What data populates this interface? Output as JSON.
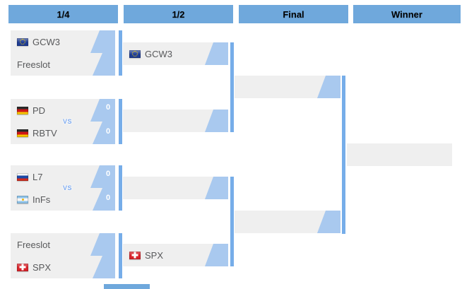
{
  "headers": {
    "quarterfinals": "1/4",
    "semifinals": "1/2",
    "final": "Final",
    "winner": "Winner"
  },
  "vs_label": "VS",
  "quarterfinals": [
    {
      "p1": {
        "name": "GCW3",
        "flag": "eu"
      },
      "p2": {
        "name": "Freeslot",
        "flag": "none"
      },
      "score1": "",
      "score2": "",
      "vs": ""
    },
    {
      "p1": {
        "name": "PD",
        "flag": "de"
      },
      "p2": {
        "name": "RBTV",
        "flag": "de"
      },
      "score1": "0",
      "score2": "0",
      "vs": "VS"
    },
    {
      "p1": {
        "name": "L7",
        "flag": "ru"
      },
      "p2": {
        "name": "InFs",
        "flag": "ar"
      },
      "score1": "0",
      "score2": "0",
      "vs": "VS"
    },
    {
      "p1": {
        "name": "Freeslot",
        "flag": "none"
      },
      "p2": {
        "name": "SPX",
        "flag": "ch"
      },
      "score1": "",
      "score2": "",
      "vs": ""
    }
  ],
  "semifinals": [
    {
      "name": "GCW3",
      "flag": "eu"
    },
    {
      "name": "",
      "flag": "none"
    },
    {
      "name": "",
      "flag": "none"
    },
    {
      "name": "SPX",
      "flag": "ch"
    }
  ],
  "final_slots": [
    {
      "name": ""
    },
    {
      "name": ""
    }
  ],
  "winner_slot": {
    "name": ""
  },
  "colors": {
    "header_blue": "#6fa8dc",
    "connector_blue": "#76ade9",
    "accent_shape_blue": "#a9c9ef",
    "box_gray": "#efefef",
    "name_text": "#58595b",
    "vs_blue": "#7fabef",
    "score_text": "#ffffff"
  }
}
